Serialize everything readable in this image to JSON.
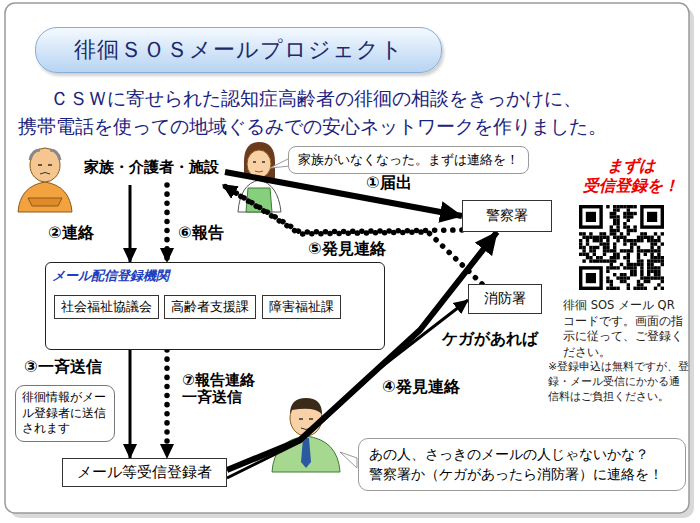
{
  "diagram": {
    "title": "徘徊ＳＯＳメールプロジェクト",
    "nodes": [
      {
        "text": [
          "家族・介護者・施設"
        ]
      },
      {
        "text": [
          "家族がいなくなった。まずは連絡を！"
        ]
      },
      {
        "text": [
          "警察署"
        ]
      },
      {
        "text": [
          "メール配信登録機関"
        ]
      },
      {
        "text": [
          "社会福祉協議会"
        ],
        "in": 3
      },
      {
        "text": [
          "高齢者支援課"
        ],
        "in": 3
      },
      {
        "text": [
          "障害福祉課"
        ],
        "in": 3
      },
      {
        "text": [
          "消防署"
        ]
      },
      {
        "text": [
          "徘徊情報がメール登録者に送信されます"
        ]
      },
      {
        "text": [
          "メール等受信登録者"
        ]
      },
      {
        "text": [
          "あの人、さっきのメールの人じゃないかな？ 警察署か（ケガがあったら消防署）に連絡を！"
        ]
      }
    ],
    "edges": [
      {
        "from": 0,
        "to": 3,
        "label": "②連絡",
        "arrow": "to"
      },
      {
        "from": 0,
        "to": 3,
        "label": "⑥報告",
        "arrow": "to"
      },
      {
        "from": 0,
        "to": 2,
        "label": "①届出",
        "arrow": "to"
      },
      {
        "from": 2,
        "to": 0,
        "label": "⑤発見連絡",
        "arrow": "to"
      },
      {
        "from": 7,
        "to": 0,
        "arrow": "to"
      },
      {
        "from": 3,
        "to": 9,
        "label": "③一斉送信",
        "arrow": "to"
      },
      {
        "from": 3,
        "to": 9,
        "label": "⑦報告連絡 一斉送信",
        "arrow": "to"
      },
      {
        "from": 9,
        "to": 2,
        "label": "④発見連絡",
        "arrow": "to"
      },
      {
        "from": 9,
        "to": 7,
        "label": "ケガがあれば",
        "arrow": "to"
      }
    ],
    "labels": [
      "ＣＳＷに寄せられた認知症高齢者の徘徊の相談をきっかけに、 携帯電話を使っての地域ぐるみでの安心ネットワークを作りました。",
      "まずは 受信登録を！",
      "徘徊 SOS メール QR コードです。画面の指示に従って、ご登録ください。",
      "※登録申込は無料ですが、登録・メール受信にかかる通信料はご負担ください。"
    ]
  }
}
